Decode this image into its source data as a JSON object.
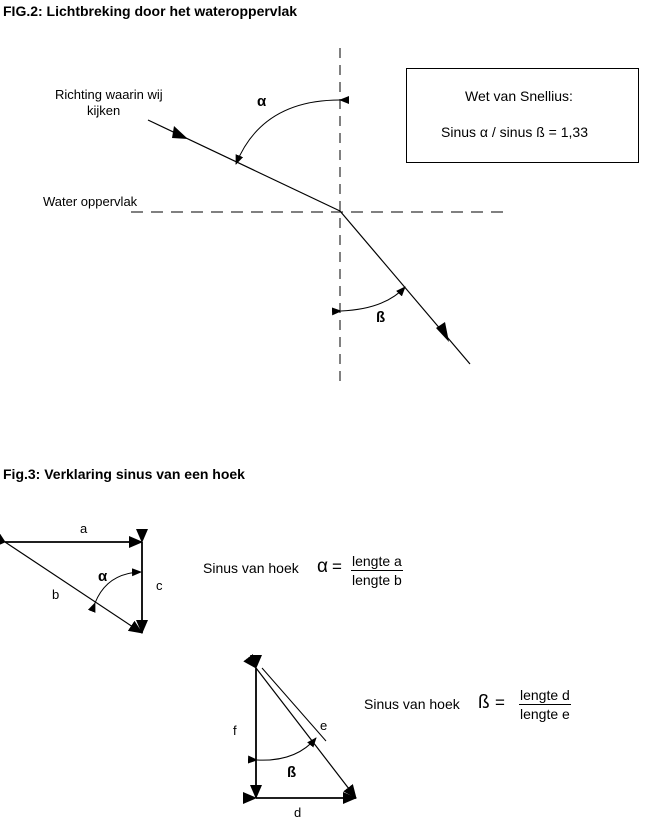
{
  "fig2": {
    "title": "FIG.2: Lichtbreking door het wateroppervlak",
    "view_direction_line1": "Richting waarin wij",
    "view_direction_line2": "kijken",
    "water_surface": "Water oppervlak",
    "alpha": "α",
    "beta": "ß",
    "snell_title": "Wet van Snellius:",
    "snell_formula": "Sinus α / sinus ß = 1,33"
  },
  "fig3": {
    "title": "Fig.3: Verklaring sinus van een hoek",
    "tri1": {
      "a": "a",
      "b": "b",
      "c": "c",
      "alpha": "α"
    },
    "formula1": {
      "prefix": "Sinus van hoek",
      "symbol": "α",
      "eq": "=",
      "num": "lengte a",
      "den": "lengte b"
    },
    "tri2": {
      "d": "d",
      "e": "e",
      "f": "f",
      "beta": "ß"
    },
    "formula2": {
      "prefix": "Sinus van hoek",
      "symbol": "ß",
      "eq": "=",
      "num": "lengte d",
      "den": "lengte e"
    }
  }
}
